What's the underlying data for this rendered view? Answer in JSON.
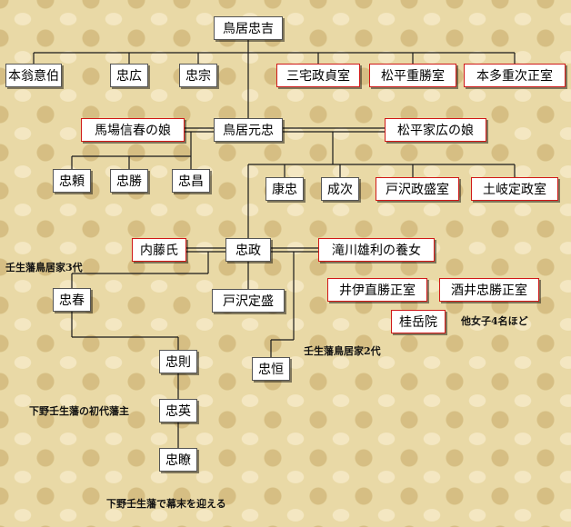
{
  "people": {
    "torii_tadayoshi": "鳥居忠吉",
    "hon_o_ihaku": "本翁意伯",
    "tadahiro": "忠広",
    "tadamune": "忠宗",
    "miyake_wife": "三宅政貞室",
    "matsudaira_shigekatsu_wife": "松平重勝室",
    "honda_wife": "本多重次正室",
    "baba_daughter": "馬場信春の娘",
    "torii_mototada": "鳥居元忠",
    "matsudaira_iehiro_daughter": "松平家広の娘",
    "tadayori": "忠頼",
    "tadakatsu": "忠勝",
    "tadamasa_2": "忠昌",
    "yasutada": "康忠",
    "naritsugu": "成次",
    "tozawa_masamori_wife": "戸沢政盛室",
    "toki_sadamasa_wife": "土岐定政室",
    "naito_shi": "内藤氏",
    "tadamasa": "忠政",
    "takigawa_adopted_daughter": "滝川雄利の養女",
    "ii_naokatsu_wife": "井伊直勝正室",
    "sakai_tadakatsu_wife": "酒井忠勝正室",
    "keigakuin": "桂岳院",
    "tadaharu": "忠春",
    "tozawa_sadamori": "戸沢定盛",
    "tadatsune": "忠恒",
    "tadanori": "忠則",
    "tadahide": "忠英",
    "tadaakira": "忠瞭"
  },
  "notes": {
    "mibu_3rd": "壬生藩鳥居家3代",
    "other_daughters": "他女子4名ほど",
    "mibu_2nd": "壬生藩鳥居家2代",
    "shimotsuke_first_lord": "下野壬生藩の初代藩主",
    "bakumatsu": "下野壬生藩で幕末を迎える"
  }
}
